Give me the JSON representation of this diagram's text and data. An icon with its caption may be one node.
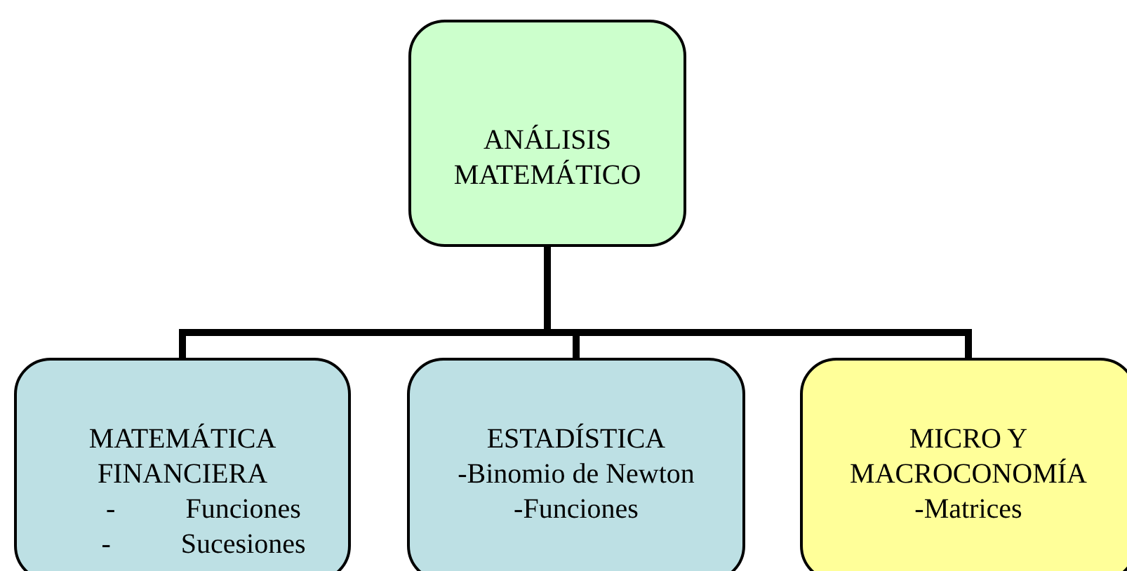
{
  "diagram": {
    "nodes": [
      {
        "text": [
          "ANÁLISIS MATEMÁTICO"
        ]
      },
      {
        "text": [
          "MATEMÁTICA FINANCIERA",
          "- Funciones",
          "- Sucesiones"
        ]
      },
      {
        "text": [
          "ESTADÍSTICA",
          "-Binomio de Newton",
          "-Funciones"
        ]
      },
      {
        "text": [
          "MICRO Y MACROCONOMÍA",
          "-Matrices"
        ]
      }
    ],
    "edges": [
      {
        "from": 0,
        "to": 1,
        "arrow": "none"
      },
      {
        "from": 0,
        "to": 2,
        "arrow": "none"
      },
      {
        "from": 0,
        "to": 3,
        "arrow": "none"
      }
    ]
  }
}
